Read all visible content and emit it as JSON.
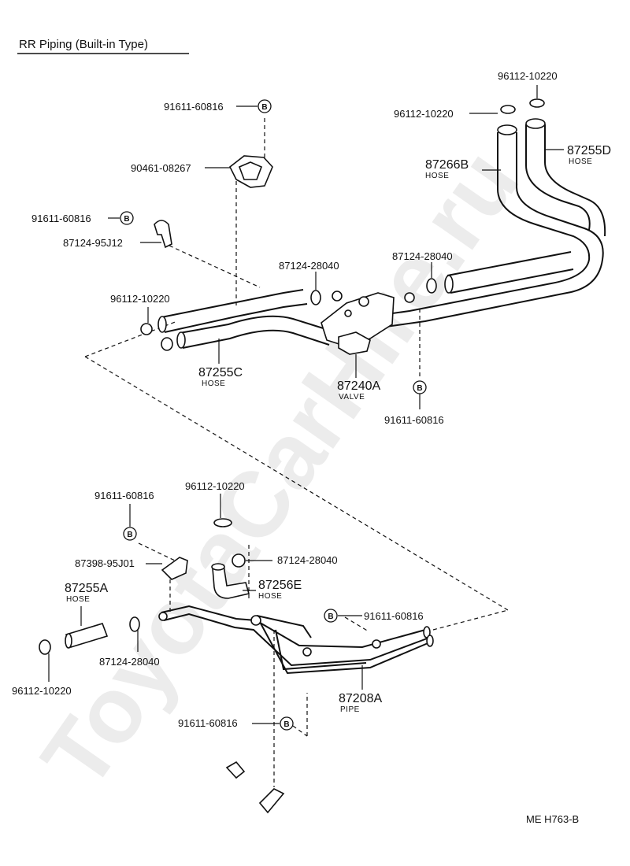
{
  "title": "RR Piping (Built-in Type)",
  "watermark": "ToyotaCarHire.ru",
  "ref_code": "ME  H763-B",
  "bolt_marker": "B",
  "labels": {
    "u1": "91611-60816",
    "u2": "90461-08267",
    "u3": "91611-60816",
    "u4": "87124-95J12",
    "u5": "96112-10220",
    "u6": "87124-28040",
    "u7": "87124-28040",
    "u8": "96112-10220",
    "u9": "96112-10220",
    "u10": "91611-60816",
    "l1": "91611-60816",
    "l2": "96112-10220",
    "l3": "87398-95J01",
    "l4": "87124-28040",
    "l5": "91611-60816",
    "l6": "87124-28040",
    "l7": "96112-10220",
    "l8": "91611-60816"
  },
  "callouts": {
    "hose_87255C": {
      "code": "87255C",
      "type": "HOSE"
    },
    "valve_87240A": {
      "code": "87240A",
      "type": "VALVE"
    },
    "hose_87266B": {
      "code": "87266B",
      "type": "HOSE"
    },
    "hose_87255D": {
      "code": "87255D",
      "type": "HOSE"
    },
    "hose_87255A": {
      "code": "87255A",
      "type": "HOSE"
    },
    "hose_87256E": {
      "code": "87256E",
      "type": "HOSE"
    },
    "pipe_87208A": {
      "code": "87208A",
      "type": "PIPE"
    }
  }
}
